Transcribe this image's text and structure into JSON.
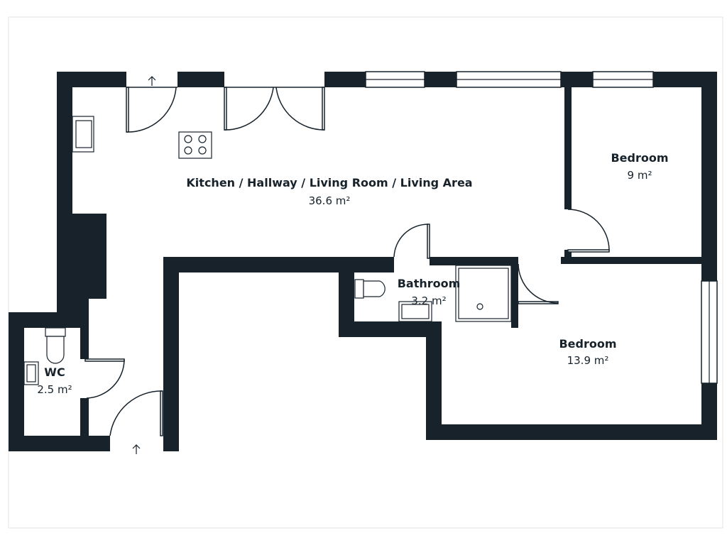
{
  "colors": {
    "wall": "#17222b",
    "background": "#ffffff",
    "fixture_stroke": "#17222b",
    "frame": "#e6e6e6"
  },
  "rooms": [
    {
      "id": "living",
      "name": "Kitchen / Hallway / Living Room / Living Area",
      "area": "36.6 m²"
    },
    {
      "id": "bedroom_small",
      "name": "Bedroom",
      "area": "9 m²"
    },
    {
      "id": "bathroom",
      "name": "Bathroom",
      "area": "3.2 m²"
    },
    {
      "id": "bedroom_large",
      "name": "Bedroom",
      "area": "13.9 m²"
    },
    {
      "id": "wc",
      "name": "WC",
      "area": "2.5 m²"
    }
  ],
  "icons": {
    "entry_arrow": "arrow-up-icon",
    "hob": "hob-icon",
    "kitchen_sink": "sink-icon",
    "toilet": "toilet-icon",
    "basin": "basin-icon",
    "shower": "shower-tray-icon"
  }
}
